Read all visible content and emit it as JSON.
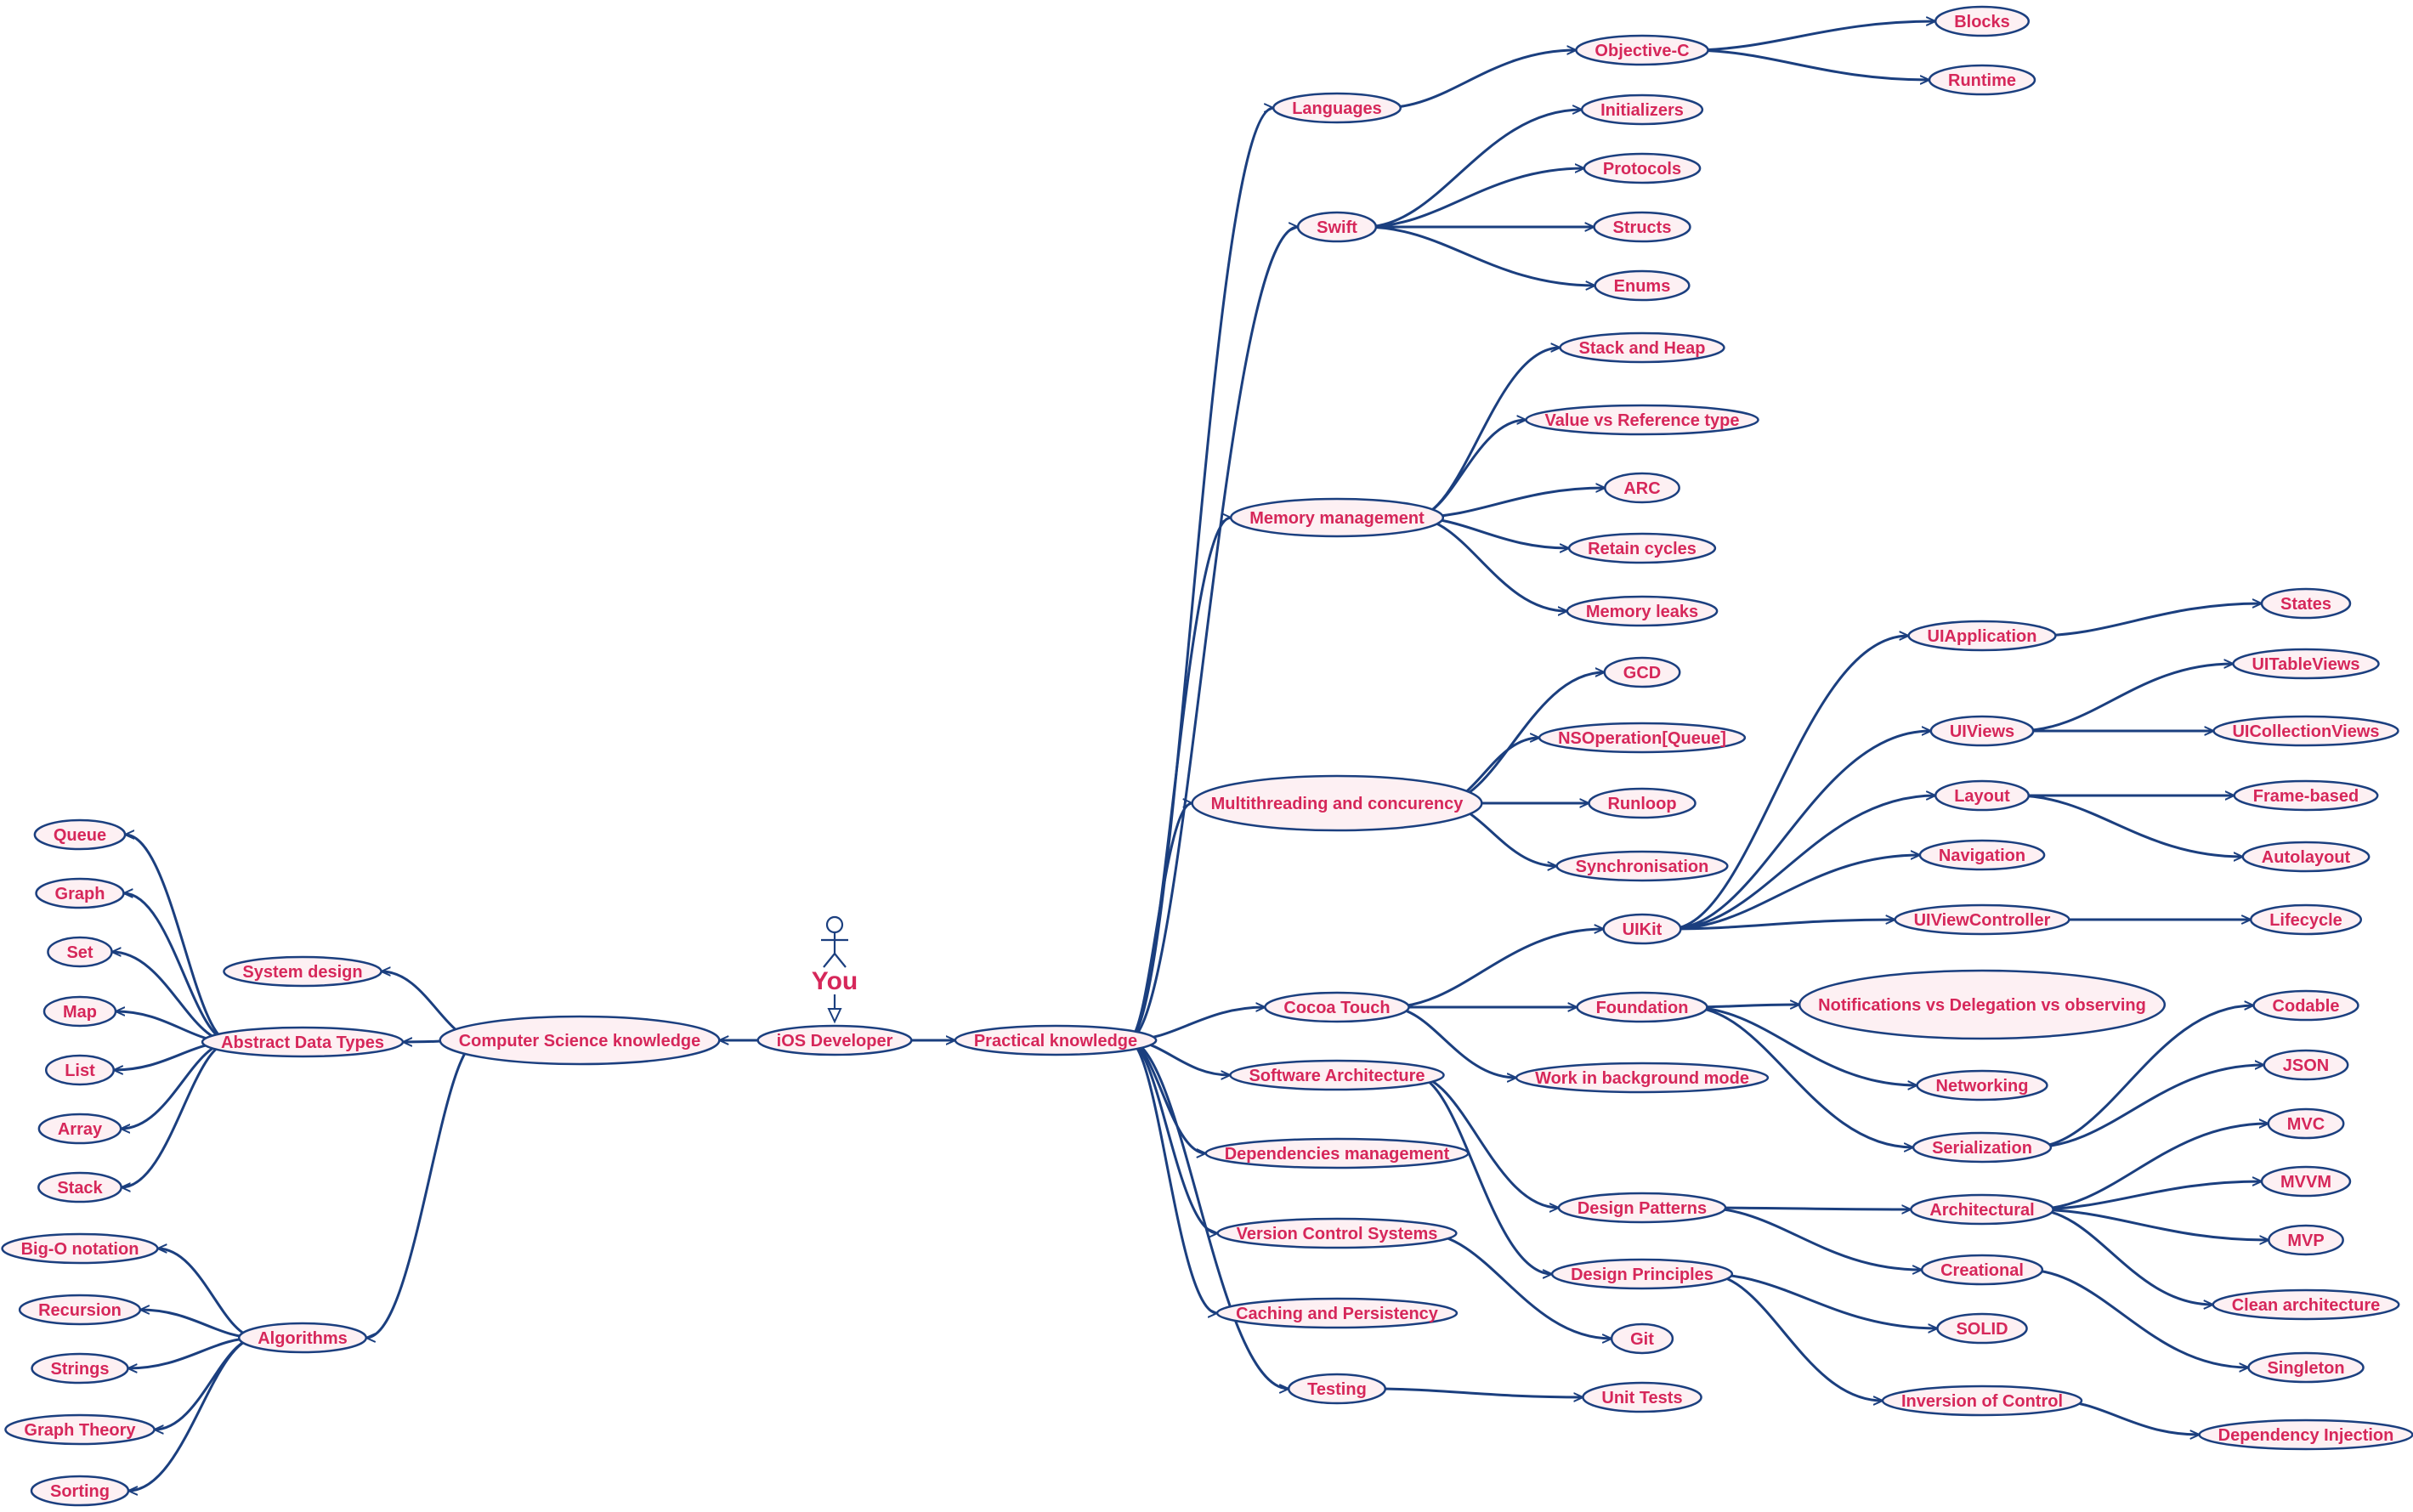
{
  "diagram": {
    "actor_label": "You",
    "colors": {
      "node_text": "#d6275a",
      "lines": "#1b3f7f",
      "node_fill": "#fdf0f3",
      "background": "#ffffff"
    },
    "nodes": [
      {
        "id": "ios",
        "label": "iOS Developer"
      },
      {
        "id": "cs",
        "label": "Computer Science knowledge"
      },
      {
        "id": "practical",
        "label": "Practical knowledge"
      },
      {
        "id": "sysdesign",
        "label": "System design"
      },
      {
        "id": "adt",
        "label": "Abstract Data Types"
      },
      {
        "id": "algorithms",
        "label": "Algorithms"
      },
      {
        "id": "queue",
        "label": "Queue"
      },
      {
        "id": "graph",
        "label": "Graph"
      },
      {
        "id": "set",
        "label": "Set"
      },
      {
        "id": "map",
        "label": "Map"
      },
      {
        "id": "list",
        "label": "List"
      },
      {
        "id": "array",
        "label": "Array"
      },
      {
        "id": "stack",
        "label": "Stack"
      },
      {
        "id": "bigo",
        "label": "Big-O notation"
      },
      {
        "id": "recursion",
        "label": "Recursion"
      },
      {
        "id": "strings",
        "label": "Strings"
      },
      {
        "id": "graphtheory",
        "label": "Graph Theory"
      },
      {
        "id": "sorting",
        "label": "Sorting"
      },
      {
        "id": "languages",
        "label": "Languages"
      },
      {
        "id": "objc",
        "label": "Objective-C"
      },
      {
        "id": "blocks",
        "label": "Blocks"
      },
      {
        "id": "runtime",
        "label": "Runtime"
      },
      {
        "id": "swift",
        "label": "Swift"
      },
      {
        "id": "initializers",
        "label": "Initializers"
      },
      {
        "id": "protocols",
        "label": "Protocols"
      },
      {
        "id": "structs",
        "label": "Structs"
      },
      {
        "id": "enums",
        "label": "Enums"
      },
      {
        "id": "memory",
        "label": "Memory management"
      },
      {
        "id": "stackheap",
        "label": "Stack and Heap"
      },
      {
        "id": "valueref",
        "label": "Value vs Reference type"
      },
      {
        "id": "arc",
        "label": "ARC"
      },
      {
        "id": "retain",
        "label": "Retain cycles"
      },
      {
        "id": "leaks",
        "label": "Memory leaks"
      },
      {
        "id": "multithreading",
        "label": "Multithreading and concurency"
      },
      {
        "id": "gcd",
        "label": "GCD"
      },
      {
        "id": "nsop",
        "label": "NSOperation[Queue]"
      },
      {
        "id": "runloop",
        "label": "Runloop"
      },
      {
        "id": "sync",
        "label": "Synchronisation"
      },
      {
        "id": "cocoa",
        "label": "Cocoa Touch"
      },
      {
        "id": "uikit",
        "label": "UIKit"
      },
      {
        "id": "foundation",
        "label": "Foundation"
      },
      {
        "id": "background",
        "label": "Work in background mode"
      },
      {
        "id": "uiapp",
        "label": "UIApplication"
      },
      {
        "id": "states",
        "label": "States"
      },
      {
        "id": "uiviews",
        "label": "UIViews"
      },
      {
        "id": "uitable",
        "label": "UITableViews"
      },
      {
        "id": "uicollection",
        "label": "UICollectionViews"
      },
      {
        "id": "layout",
        "label": "Layout"
      },
      {
        "id": "framebased",
        "label": "Frame-based"
      },
      {
        "id": "autolayout",
        "label": "Autolayout"
      },
      {
        "id": "navigation",
        "label": "Navigation"
      },
      {
        "id": "uivc",
        "label": "UIViewController"
      },
      {
        "id": "lifecycle",
        "label": "Lifecycle"
      },
      {
        "id": "notifications",
        "label": "Notifications vs Delegation vs observing"
      },
      {
        "id": "networking",
        "label": "Networking"
      },
      {
        "id": "serialization",
        "label": "Serialization"
      },
      {
        "id": "codable",
        "label": "Codable"
      },
      {
        "id": "json",
        "label": "JSON"
      },
      {
        "id": "softarch",
        "label": "Software Architecture"
      },
      {
        "id": "depmgmt",
        "label": "Dependencies management"
      },
      {
        "id": "vcs",
        "label": "Version Control Systems"
      },
      {
        "id": "caching",
        "label": "Caching and Persistency"
      },
      {
        "id": "testing",
        "label": "Testing"
      },
      {
        "id": "unittests",
        "label": "Unit Tests"
      },
      {
        "id": "git",
        "label": "Git"
      },
      {
        "id": "designpatterns",
        "label": "Design Patterns"
      },
      {
        "id": "designprinciples",
        "label": "Design Principles"
      },
      {
        "id": "architectural",
        "label": "Architectural"
      },
      {
        "id": "creational",
        "label": "Creational"
      },
      {
        "id": "mvc",
        "label": "MVC"
      },
      {
        "id": "mvvm",
        "label": "MVVM"
      },
      {
        "id": "mvp",
        "label": "MVP"
      },
      {
        "id": "cleanarch",
        "label": "Clean architecture"
      },
      {
        "id": "singleton",
        "label": "Singleton"
      },
      {
        "id": "solid",
        "label": "SOLID"
      },
      {
        "id": "ioc",
        "label": "Inversion of Control"
      },
      {
        "id": "di",
        "label": "Dependency Injection"
      }
    ],
    "edges": [
      [
        "ios",
        "cs"
      ],
      [
        "ios",
        "practical"
      ],
      [
        "cs",
        "sysdesign"
      ],
      [
        "cs",
        "adt"
      ],
      [
        "cs",
        "algorithms"
      ],
      [
        "adt",
        "queue"
      ],
      [
        "adt",
        "graph"
      ],
      [
        "adt",
        "set"
      ],
      [
        "adt",
        "map"
      ],
      [
        "adt",
        "list"
      ],
      [
        "adt",
        "array"
      ],
      [
        "adt",
        "stack"
      ],
      [
        "algorithms",
        "bigo"
      ],
      [
        "algorithms",
        "recursion"
      ],
      [
        "algorithms",
        "strings"
      ],
      [
        "algorithms",
        "graphtheory"
      ],
      [
        "algorithms",
        "sorting"
      ],
      [
        "practical",
        "languages"
      ],
      [
        "practical",
        "swift"
      ],
      [
        "practical",
        "memory"
      ],
      [
        "practical",
        "multithreading"
      ],
      [
        "practical",
        "cocoa"
      ],
      [
        "practical",
        "softarch"
      ],
      [
        "practical",
        "depmgmt"
      ],
      [
        "practical",
        "vcs"
      ],
      [
        "practical",
        "caching"
      ],
      [
        "practical",
        "testing"
      ],
      [
        "languages",
        "objc"
      ],
      [
        "objc",
        "blocks"
      ],
      [
        "objc",
        "runtime"
      ],
      [
        "swift",
        "initializers"
      ],
      [
        "swift",
        "protocols"
      ],
      [
        "swift",
        "structs"
      ],
      [
        "swift",
        "enums"
      ],
      [
        "memory",
        "stackheap"
      ],
      [
        "memory",
        "valueref"
      ],
      [
        "memory",
        "arc"
      ],
      [
        "memory",
        "retain"
      ],
      [
        "memory",
        "leaks"
      ],
      [
        "multithreading",
        "gcd"
      ],
      [
        "multithreading",
        "nsop"
      ],
      [
        "multithreading",
        "runloop"
      ],
      [
        "multithreading",
        "sync"
      ],
      [
        "cocoa",
        "uikit"
      ],
      [
        "cocoa",
        "foundation"
      ],
      [
        "cocoa",
        "background"
      ],
      [
        "uikit",
        "uiapp"
      ],
      [
        "uikit",
        "uiviews"
      ],
      [
        "uikit",
        "layout"
      ],
      [
        "uikit",
        "navigation"
      ],
      [
        "uikit",
        "uivc"
      ],
      [
        "uiapp",
        "states"
      ],
      [
        "uiviews",
        "uitable"
      ],
      [
        "uiviews",
        "uicollection"
      ],
      [
        "layout",
        "framebased"
      ],
      [
        "layout",
        "autolayout"
      ],
      [
        "uivc",
        "lifecycle"
      ],
      [
        "foundation",
        "notifications"
      ],
      [
        "foundation",
        "networking"
      ],
      [
        "foundation",
        "serialization"
      ],
      [
        "serialization",
        "codable"
      ],
      [
        "serialization",
        "json"
      ],
      [
        "softarch",
        "designpatterns"
      ],
      [
        "softarch",
        "designprinciples"
      ],
      [
        "designpatterns",
        "architectural"
      ],
      [
        "designpatterns",
        "creational"
      ],
      [
        "architectural",
        "mvc"
      ],
      [
        "architectural",
        "mvvm"
      ],
      [
        "architectural",
        "mvp"
      ],
      [
        "architectural",
        "cleanarch"
      ],
      [
        "creational",
        "singleton"
      ],
      [
        "designprinciples",
        "solid"
      ],
      [
        "designprinciples",
        "ioc"
      ],
      [
        "ioc",
        "di"
      ],
      [
        "vcs",
        "git"
      ],
      [
        "testing",
        "unittests"
      ]
    ]
  }
}
